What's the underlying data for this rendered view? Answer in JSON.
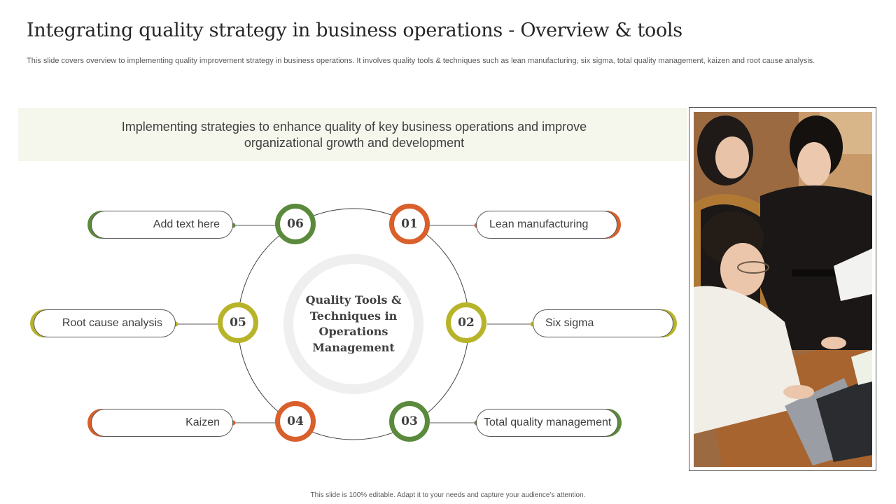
{
  "title": "Integrating quality strategy in business operations - Overview & tools",
  "subtitle": "This slide covers overview to implementing quality improvement strategy in business operations. It involves quality tools & techniques such as lean manufacturing, six sigma, total quality management, kaizen and root cause analysis.",
  "banner": "Implementing strategies to enhance quality of key business operations and improve organizational growth and development",
  "center_label": "Quality Tools & Techniques in Operations Management",
  "colors": {
    "orange": "#d95f2b",
    "green": "#5b8a3c",
    "olive": "#b8b42a",
    "banner_bg": "#f5f6ec"
  },
  "items": [
    {
      "number": "01",
      "label": "Lean manufacturing",
      "color": "orange"
    },
    {
      "number": "02",
      "label": "Six sigma",
      "color": "olive"
    },
    {
      "number": "03",
      "label": "Total quality management",
      "color": "green"
    },
    {
      "number": "04",
      "label": "Kaizen",
      "color": "orange"
    },
    {
      "number": "05",
      "label": "Root cause analysis",
      "color": "olive"
    },
    {
      "number": "06",
      "label": "Add text here",
      "color": "green"
    }
  ],
  "photo": {
    "icon": "team-photo"
  },
  "footer": "This slide is 100% editable. Adapt it to your needs and capture your audience’s attention."
}
